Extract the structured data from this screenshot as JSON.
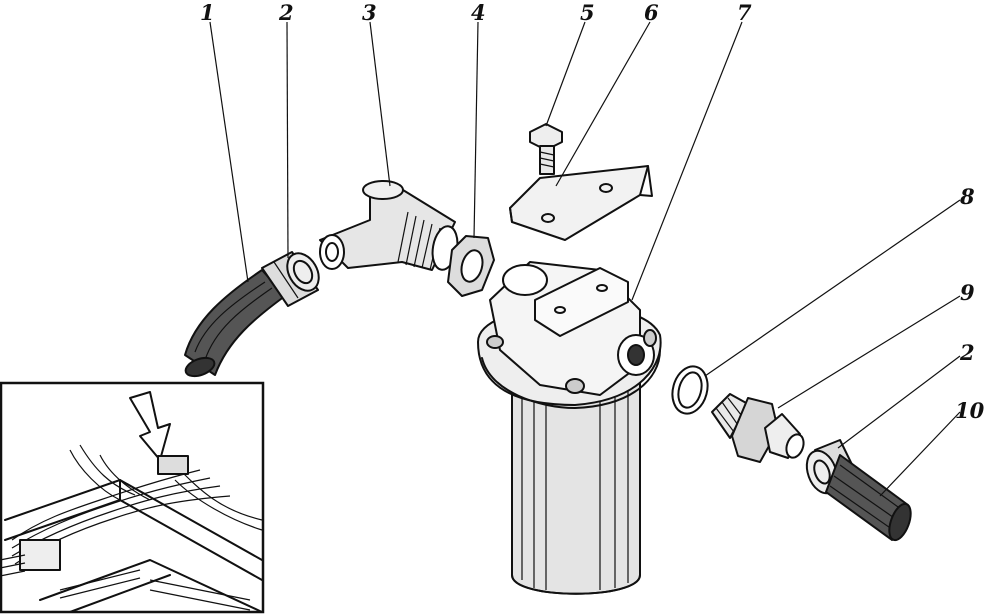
{
  "callouts": [
    {
      "id": "1",
      "text": "1"
    },
    {
      "id": "2a",
      "text": "2"
    },
    {
      "id": "3",
      "text": "3"
    },
    {
      "id": "4",
      "text": "4"
    },
    {
      "id": "5",
      "text": "5"
    },
    {
      "id": "6",
      "text": "6"
    },
    {
      "id": "7",
      "text": "7"
    },
    {
      "id": "8",
      "text": "8"
    },
    {
      "id": "9",
      "text": "9"
    },
    {
      "id": "2b",
      "text": "2"
    },
    {
      "id": "10",
      "text": "10"
    }
  ],
  "parts": [
    "hose",
    "hose-clamp",
    "elbow-fitting",
    "lock-nut",
    "bolt",
    "washer",
    "bracket",
    "filter-assembly",
    "o-ring",
    "union-fitting",
    "hose-clamp",
    "hose"
  ],
  "inset": {
    "description_visible": false
  }
}
